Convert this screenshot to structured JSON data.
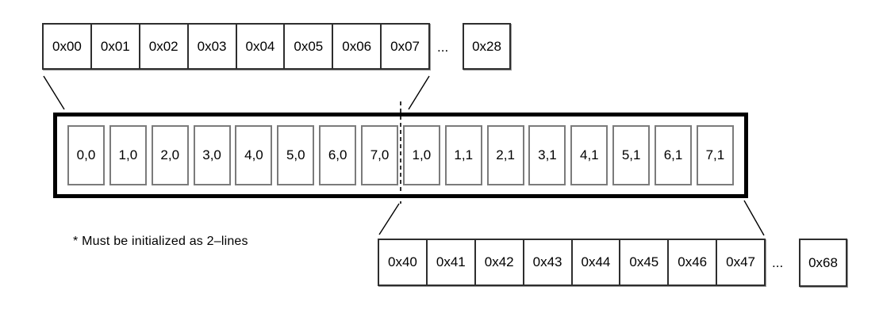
{
  "top_row": {
    "cells": [
      "0x00",
      "0x01",
      "0x02",
      "0x03",
      "0x04",
      "0x05",
      "0x06",
      "0x07"
    ],
    "ellipsis": "...",
    "last_cell": "0x28"
  },
  "display_box": {
    "cells": [
      "0,0",
      "1,0",
      "2,0",
      "3,0",
      "4,0",
      "5,0",
      "6,0",
      "7,0",
      "1,0",
      "1,1",
      "2,1",
      "3,1",
      "4,1",
      "5,1",
      "6,1",
      "7,1"
    ]
  },
  "bottom_row": {
    "cells": [
      "0x40",
      "0x41",
      "0x42",
      "0x43",
      "0x44",
      "0x45",
      "0x46",
      "0x47"
    ],
    "ellipsis": "...",
    "last_cell": "0x68"
  },
  "note": "* Must be initialized as 2–lines",
  "colors": {
    "background": "#ffffff",
    "text": "#000000",
    "line": "#000000",
    "box_border": "#000000",
    "cell_border": "#7b7b7b",
    "addr_border": "#2e2e2e"
  }
}
